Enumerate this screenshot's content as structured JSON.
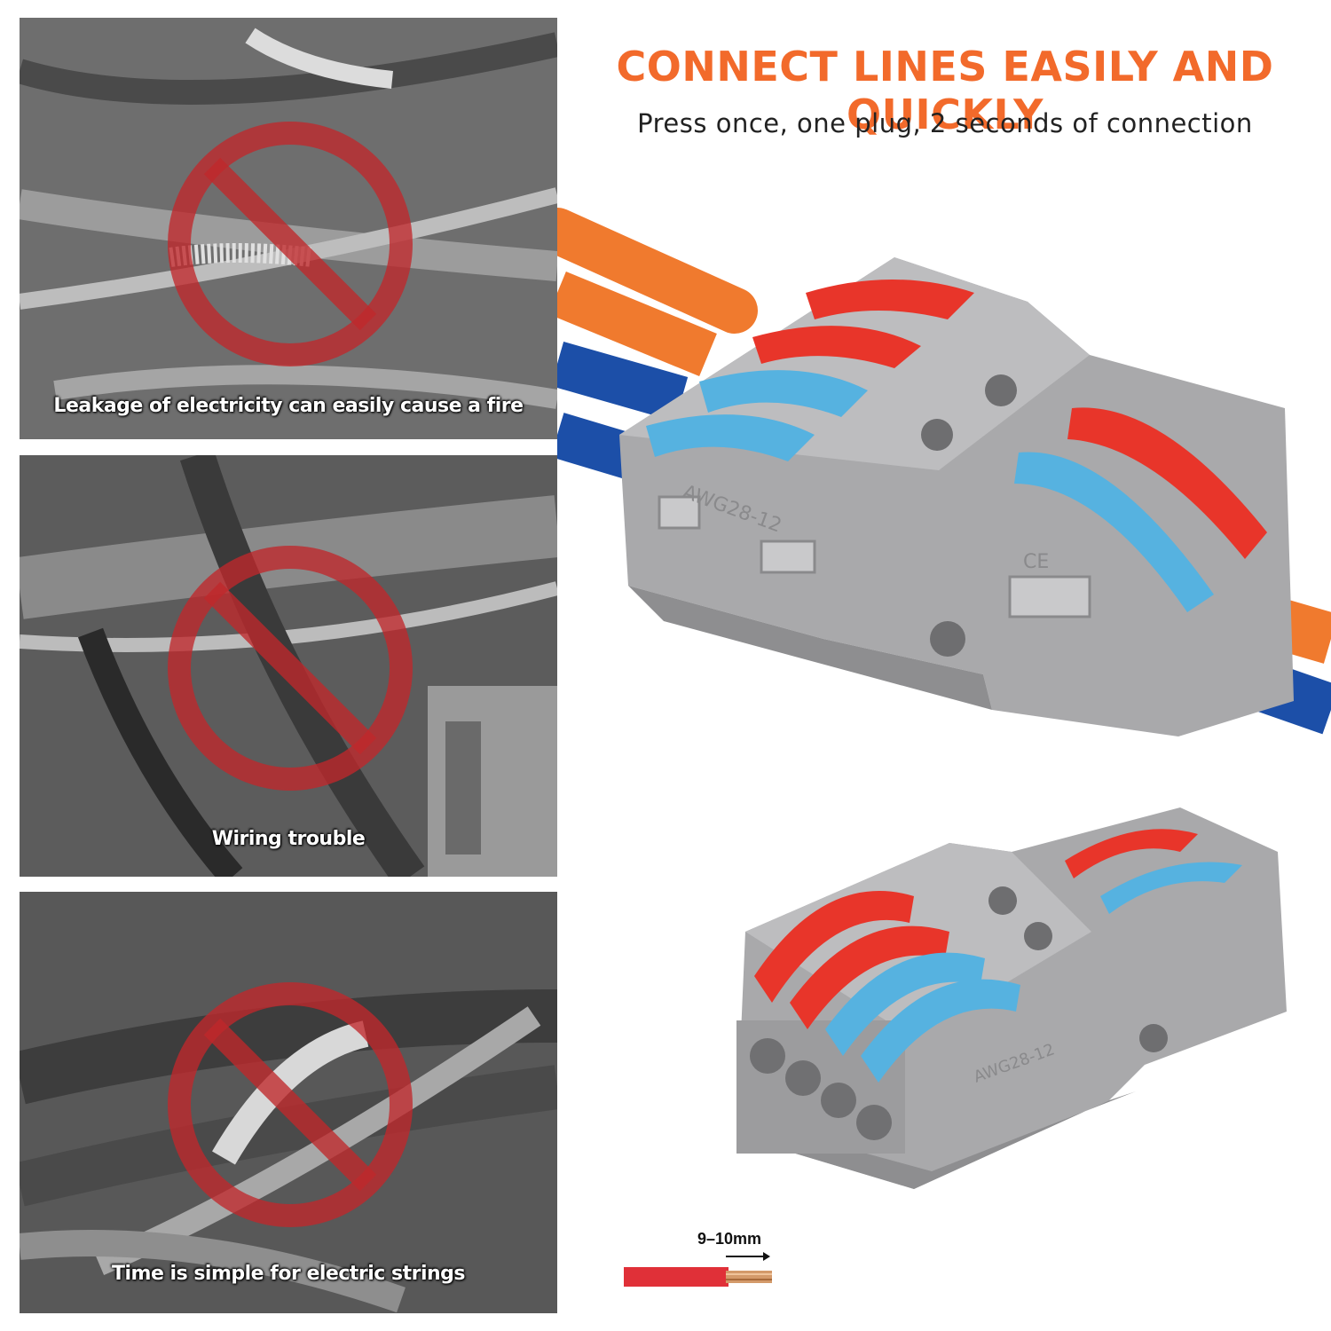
{
  "headline": "CONNECT LINES EASILY AND QUICKLY",
  "subline": "Press once, one plug, 2 seconds of connection",
  "panels": [
    {
      "caption": "Leakage of electricity can easily cause a fire",
      "icon": "prohibited-icon"
    },
    {
      "caption": "Wiring trouble",
      "icon": "prohibited-icon"
    },
    {
      "caption": "Time is simple for electric strings",
      "icon": "prohibited-icon"
    }
  ],
  "connector": {
    "marking": "AWG28-12",
    "cert": "CE",
    "colors": {
      "body": "#a9a9ab",
      "lever_red": "#e8352a",
      "lever_blue": "#56b2e0",
      "wire_orange": "#f07a2e",
      "wire_blue": "#1c4fa8"
    }
  },
  "strip_length": {
    "label": "9–10mm"
  },
  "colors": {
    "headline": "#f26a2b",
    "prohibit": "#c0282b"
  }
}
